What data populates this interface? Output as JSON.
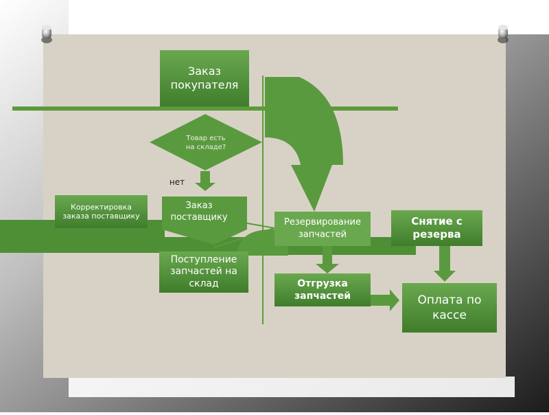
{
  "diagram": {
    "nodes": {
      "customer_order": "Заказ покупателя",
      "in_stock_question": "Товар есть на складе?",
      "no_label": "нет",
      "supplier_order": "Заказ поставщику",
      "supplier_order_correction": "Корректировка заказа поставщику",
      "parts_receipt": "Поступление запчастей на склад",
      "parts_reservation": "Резервирование запчастей",
      "reservation_removal": "Снятие с резерва",
      "parts_shipment": "Отгрузка запчастей",
      "cash_payment": "Оплата по кассе"
    }
  },
  "colors": {
    "slide_frame": "#3a3a3a",
    "slide_background": "#d8d2c6",
    "box_green": "#4e8f36",
    "box_green_light": "#6aa84f",
    "arrow_green": "#5a9a3f",
    "connector_line": "#5d9a3a",
    "question_text": "#f3f0e8",
    "no_label_text": "#222222"
  },
  "icons": [
    "pushpin-icon-left",
    "pushpin-icon-right"
  ]
}
